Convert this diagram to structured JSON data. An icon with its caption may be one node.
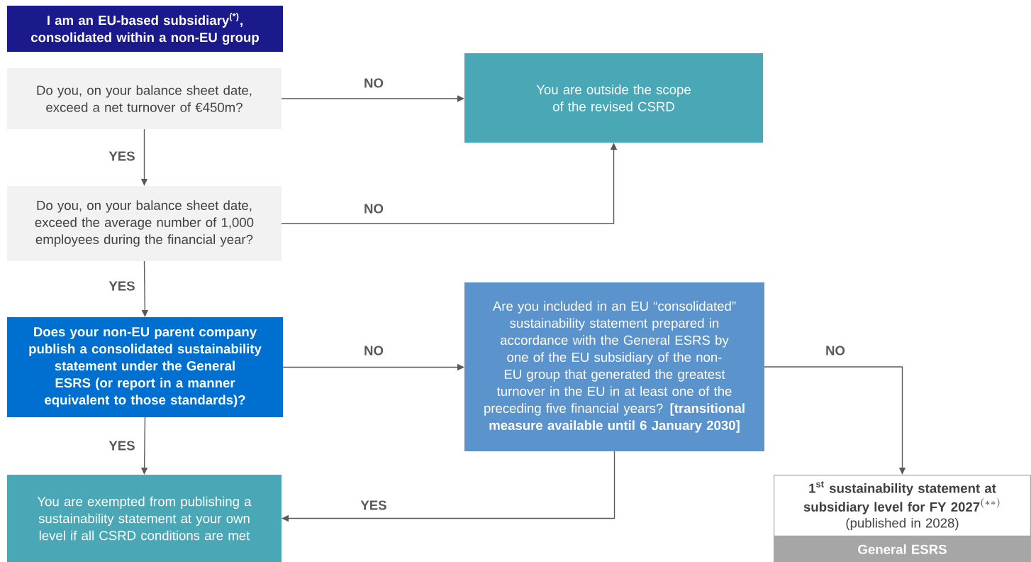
{
  "diagram": {
    "nodes": [
      {
        "text": [
          "I am an EU-based subsidiary$^{(*)}$, consolidated within a non-EU group"
        ]
      },
      {
        "text": [
          "Do you, on your balance sheet date, exceed a net turnover of €450m?"
        ]
      },
      {
        "text": [
          "You are outside the scope of the revised CSRD"
        ]
      },
      {
        "text": [
          "Do you, on your balance sheet date, exceed the average number of 1,000 employees during the financial year?"
        ]
      },
      {
        "text": [
          "Does your non-EU parent company publish a consolidated sustainability statement under the General ESRS (or report in a manner equivalent to those standards)?"
        ]
      },
      {
        "text": [
          "Are you included in an EU “consolidated” sustainability statement prepared in accordance with the General ESRS by one of the EU subsidiary of the non-EU group that generated the greatest turnover in the EU in at least one of the preceding five financial years? **[transitional measure available until 6 January 2030]**"
        ]
      },
      {
        "text": [
          "You are exempted from publishing a sustainability statement at your own level if all CSRD conditions are met"
        ]
      },
      {
        "text": [
          "\\begin{array}{c}\\text{1}^{\\text{st}}\\text{ sustainability statement at}\\\\\\text{subsidiary level for FY 2027}^{(**)}\\end{array}",
          "(published in 2028)"
        ]
      },
      {
        "text": [
          "General ESRS"
        ]
      }
    ],
    "edges": [
      {
        "from": 1,
        "to": 2,
        "arrow": "to",
        "label": "NO"
      },
      {
        "from": 1,
        "to": 3,
        "arrow": "to",
        "label": "YES"
      },
      {
        "from": 3,
        "to": 2,
        "arrow": "to",
        "label": "NO"
      },
      {
        "from": 3,
        "to": 4,
        "arrow": "to",
        "label": "YES"
      },
      {
        "from": 4,
        "to": 5,
        "arrow": "to",
        "label": "NO"
      },
      {
        "from": 4,
        "to": 6,
        "arrow": "to",
        "label": "YES"
      },
      {
        "from": 5,
        "to": 6,
        "arrow": "to",
        "label": "YES"
      },
      {
        "from": 5,
        "to": 7,
        "arrow": "to",
        "label": "NO"
      }
    ]
  }
}
